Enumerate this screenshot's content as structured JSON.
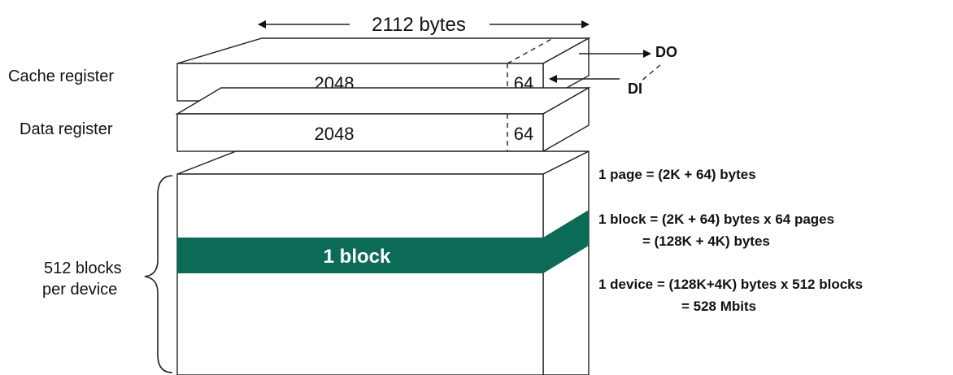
{
  "width_label": "2112 bytes",
  "cache_register": {
    "label": "Cache register",
    "main_value": "2048",
    "spare_value": "64"
  },
  "data_register": {
    "label": "Data register",
    "main_value": "2048",
    "spare_value": "64"
  },
  "signals": {
    "out": "DO",
    "in": "DI"
  },
  "device": {
    "block_label": "1 block",
    "blocks_line1": "512 blocks",
    "blocks_line2": "per device",
    "block_color": "#0b6b57"
  },
  "notes": {
    "page": "1 page = (2K + 64) bytes",
    "block_line1": "1 block = (2K + 64) bytes x 64 pages",
    "block_line2": "= (128K + 4K) bytes",
    "device_line1": "1 device = (128K+4K) bytes x 512 blocks",
    "device_line2": "= 528 Mbits"
  }
}
